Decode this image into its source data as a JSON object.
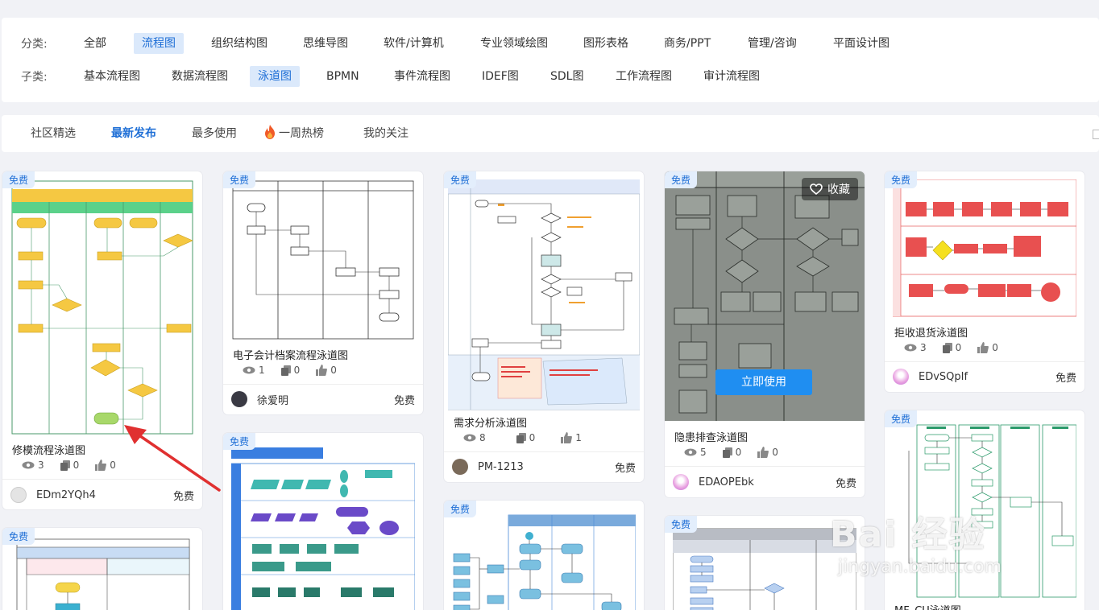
{
  "filters": {
    "category_label": "分类:",
    "categories": [
      "全部",
      "流程图",
      "组织结构图",
      "思维导图",
      "软件/计算机",
      "专业领域绘图",
      "图形表格",
      "商务/PPT",
      "管理/咨询",
      "平面设计图"
    ],
    "subcategory_label": "子类:",
    "subcategories": [
      "基本流程图",
      "数据流程图",
      "泳道图",
      "BPMN",
      "事件流程图",
      "IDEF图",
      "SDL图",
      "工作流程图",
      "审计流程图"
    ]
  },
  "tabs": [
    "社区精选",
    "最新发布",
    "最多使用",
    "一周热榜",
    "我的关注"
  ],
  "badge_label": "免费",
  "overlay": {
    "favorite_label": "收藏",
    "use_label": "立即使用"
  },
  "cards": [
    {
      "title": "修模流程泳道图",
      "views": "3",
      "copies": "0",
      "likes": "0",
      "author": "EDm2YQh4",
      "price": "免费"
    },
    {
      "title": "电子会计档案流程泳道图",
      "views": "1",
      "copies": "0",
      "likes": "0",
      "author": "徐爱明",
      "price": "免费"
    },
    {
      "title": "需求分析泳道图",
      "views": "8",
      "copies": "0",
      "likes": "1",
      "author": "PM-1213",
      "price": "免费"
    },
    {
      "title": "隐患排查泳道图",
      "views": "5",
      "copies": "0",
      "likes": "0",
      "author": "EDAOPEbk",
      "price": "免费"
    },
    {
      "title": "拒收退货泳道图",
      "views": "3",
      "copies": "0",
      "likes": "0",
      "author": "EDvSQpIf",
      "price": "免费"
    },
    {
      "title": "MF_CU泳道图"
    }
  ],
  "watermark": {
    "main": "Bai 经验",
    "sub": "jingyan.baidu.com"
  },
  "colors": {
    "accent": "#1f6fd6",
    "active_bg": "#dbe9fb",
    "button": "#1f8ef1",
    "arrow": "#e03030"
  }
}
